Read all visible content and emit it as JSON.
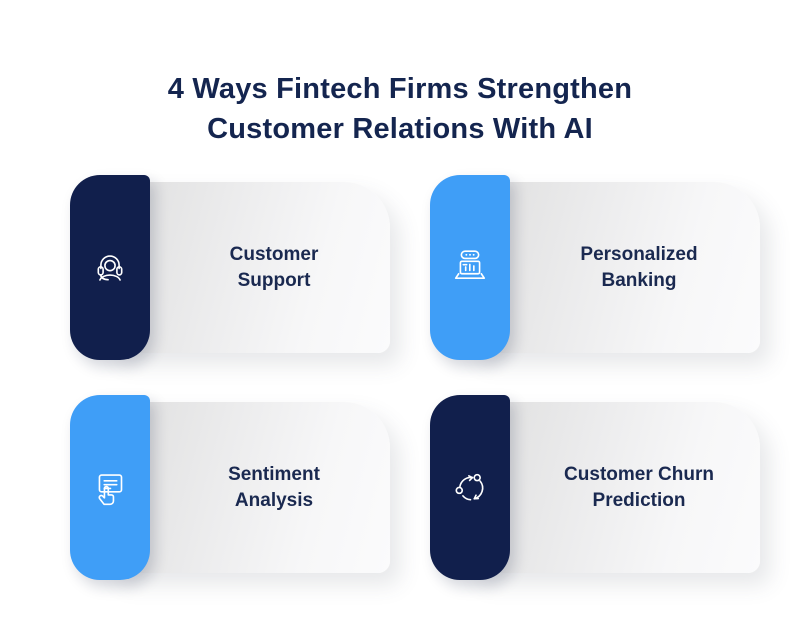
{
  "title": {
    "line1": "4 Ways Fintech Firms Strengthen",
    "line2": "Customer Relations With AI"
  },
  "colors": {
    "navy": "#111f4c",
    "blue": "#3f9ef7",
    "title_text": "#14254f",
    "card_text": "#1a2950",
    "icon": "#ffffff",
    "card_gradient_from": "#dedede",
    "card_gradient_to": "#fbfbfc"
  },
  "cards": [
    {
      "label": "Customer Support",
      "lines": [
        "Customer",
        "Support"
      ],
      "icon": "headset-icon",
      "tab_color": "navy"
    },
    {
      "label": "Personalized Banking",
      "lines": [
        "Personalized",
        "Banking"
      ],
      "icon": "online-banking-icon",
      "tab_color": "blue"
    },
    {
      "label": "Sentiment Analysis",
      "lines": [
        "Sentiment",
        "Analysis"
      ],
      "icon": "sentiment-click-icon",
      "tab_color": "blue"
    },
    {
      "label": "Customer Churn Prediction",
      "lines": [
        "Customer Churn",
        "Prediction"
      ],
      "icon": "churn-cycle-icon",
      "tab_color": "navy"
    }
  ]
}
